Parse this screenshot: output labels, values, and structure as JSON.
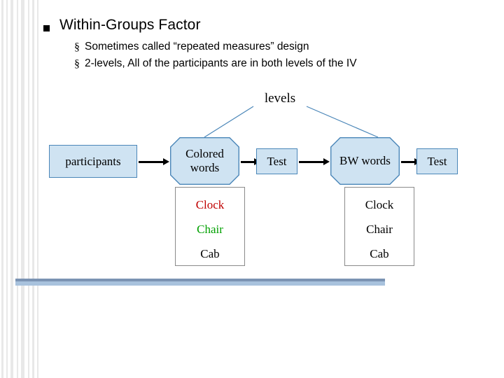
{
  "slide": {
    "title": "Within-Groups Factor",
    "bullets": [
      "Sometimes called “repeated measures” design",
      "2-levels, All of the participants are in both levels of the IV"
    ],
    "bullet_mark": "§"
  },
  "diagram": {
    "levels_label": "levels",
    "nodes": [
      {
        "id": "participants",
        "label": "participants"
      },
      {
        "id": "colored-words",
        "label": "Colored words"
      },
      {
        "id": "test-1",
        "label": "Test"
      },
      {
        "id": "bw-words",
        "label": "BW words"
      },
      {
        "id": "test-2",
        "label": "Test"
      }
    ],
    "colored_word_list": [
      {
        "text": "Clock",
        "color": "#c00000"
      },
      {
        "text": "Chair",
        "color": "#00a000"
      },
      {
        "text": "Cab",
        "color": "#000000"
      }
    ],
    "bw_word_list": [
      {
        "text": "Clock",
        "color": "#000000"
      },
      {
        "text": "Chair",
        "color": "#000000"
      },
      {
        "text": "Cab",
        "color": "#000000"
      }
    ]
  },
  "theme": {
    "node_fill": "#cfe3f2",
    "node_stroke": "#4a86b8",
    "rule_dark": "#7b93b3",
    "rule_light": "#a8c2dd",
    "stripe": "#e8e8e8"
  }
}
